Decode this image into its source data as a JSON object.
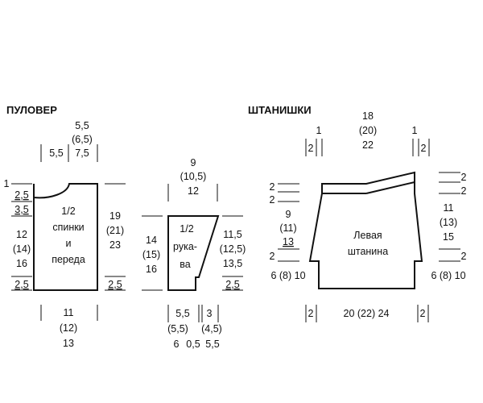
{
  "pullover": {
    "title": "ПУЛОВЕР",
    "top": {
      "w1": "5,5",
      "w2a": "5,5",
      "w2b": "(6,5)",
      "w2c": "7,5"
    },
    "left": {
      "a": "1",
      "b": "2,5",
      "c": "3,5",
      "d": "12",
      "e": "(14)",
      "f": "16",
      "g": "2,5"
    },
    "label": [
      "1/2",
      "спинки",
      "и",
      "переда"
    ],
    "right": {
      "a": "19",
      "b": "(21)",
      "c": "23",
      "d": "2,5"
    },
    "bottom": {
      "a": "11",
      "b": "(12)",
      "c": "13"
    }
  },
  "sleeve": {
    "top": {
      "a": "9",
      "b": "(10,5)",
      "c": "12"
    },
    "left": {
      "a": "14",
      "b": "(15)",
      "c": "16"
    },
    "label": [
      "1/2",
      "рука-",
      "ва"
    ],
    "right": {
      "a": "11,5",
      "b": "(12,5)",
      "c": "13,5",
      "d": "2,5"
    },
    "bottom": {
      "a1": "5,5",
      "a2": "3",
      "b1": "(5,5)",
      "b2": "(4,5)",
      "c1": "6",
      "c2": "0,5",
      "c3": "5,5"
    }
  },
  "shorts": {
    "title": "ШТАНИШКИ",
    "top": {
      "a": "18",
      "b": "(20)",
      "c": "22",
      "side": "1",
      "mark": "2"
    },
    "left": {
      "a": "2",
      "b": "2",
      "c": "9",
      "d": "(11)",
      "e": "13",
      "f": "2",
      "g": "6 (8) 10"
    },
    "label": [
      "Левая",
      "штанина"
    ],
    "right": {
      "a": "2",
      "b": "2",
      "c": "11",
      "d": "(13)",
      "e": "15",
      "f": "2",
      "g": "6 (8) 10"
    },
    "bottom": {
      "mark": "2",
      "a": "20 (22) 24"
    }
  }
}
